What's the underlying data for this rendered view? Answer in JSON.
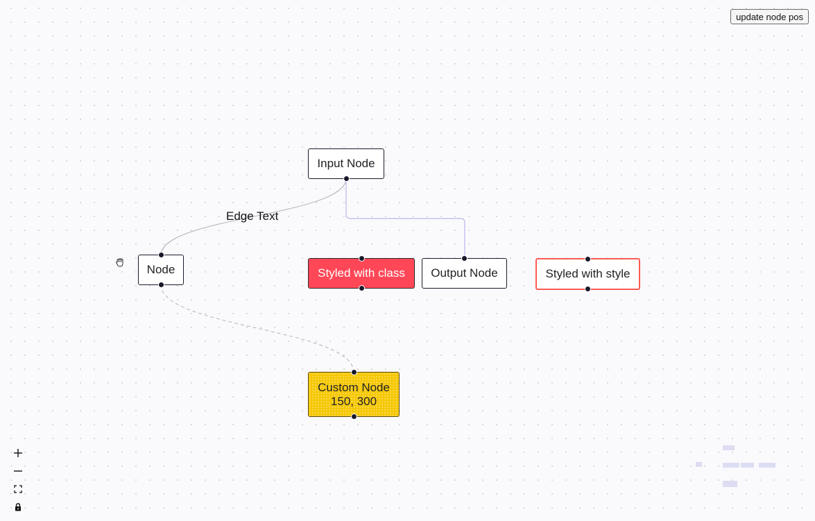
{
  "toolbar": {
    "update_button_label": "update node pos"
  },
  "nodes": {
    "input": {
      "label": "Input Node"
    },
    "default": {
      "label": "Node"
    },
    "styled_class": {
      "label": "Styled with class"
    },
    "output": {
      "label": "Output Node"
    },
    "styled_style": {
      "label": "Styled with style"
    },
    "custom": {
      "title": "Custom Node",
      "position": "150, 300"
    }
  },
  "edges": {
    "label": "Edge Text"
  },
  "controls": {
    "zoom_in": "+",
    "zoom_out": "−"
  },
  "colors": {
    "styled_class_bg": "#ff4757",
    "styled_style_border": "#ff5a52",
    "custom_bg": "#f6c805",
    "minimap_node": "#dcdcf2",
    "handle": "#1a192b"
  },
  "icons": {
    "zoom_in": "plus-icon",
    "zoom_out": "minus-icon",
    "fit_view": "fit-view-icon",
    "lock": "lock-icon",
    "cursor": "grab-hand-icon"
  }
}
